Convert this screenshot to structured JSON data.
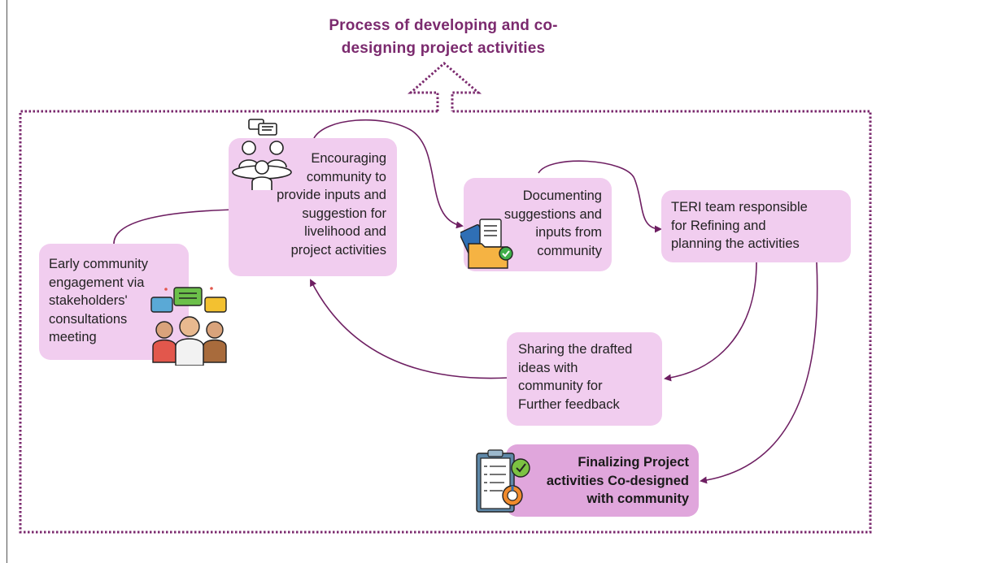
{
  "title": {
    "line1": "Process of  developing and co-",
    "line2": "designing project  activities"
  },
  "nodes": {
    "early": {
      "lines": [
        "Early community",
        "engagement via",
        "stakeholders'",
        "consultations",
        "meeting"
      ]
    },
    "encouraging": {
      "lines": [
        "Encouraging",
        "community to",
        "provide inputs and",
        "suggestion for",
        "livelihood and",
        "project activities"
      ]
    },
    "documenting": {
      "lines": [
        "Documenting",
        "suggestions and",
        "inputs  from",
        "community"
      ]
    },
    "teri": {
      "lines": [
        "TERI team responsible",
        "for Refining  and",
        "planning the activities"
      ]
    },
    "sharing": {
      "lines": [
        "Sharing the drafted",
        "ideas with",
        "community for",
        "Further feedback"
      ]
    },
    "finalizing": {
      "lines": [
        "Finalizing Project",
        "activities Co-designed",
        "with community"
      ]
    }
  },
  "colors": {
    "title": "#7b2a6e",
    "box": "#f1cdef",
    "final_box": "#e0a6dc",
    "arrow": "#6e1f62",
    "frame": "#7b2a6e"
  },
  "icons": [
    "meeting-table-icon",
    "community-chat-icon",
    "documents-folder-icon",
    "checklist-clipboard-icon"
  ]
}
